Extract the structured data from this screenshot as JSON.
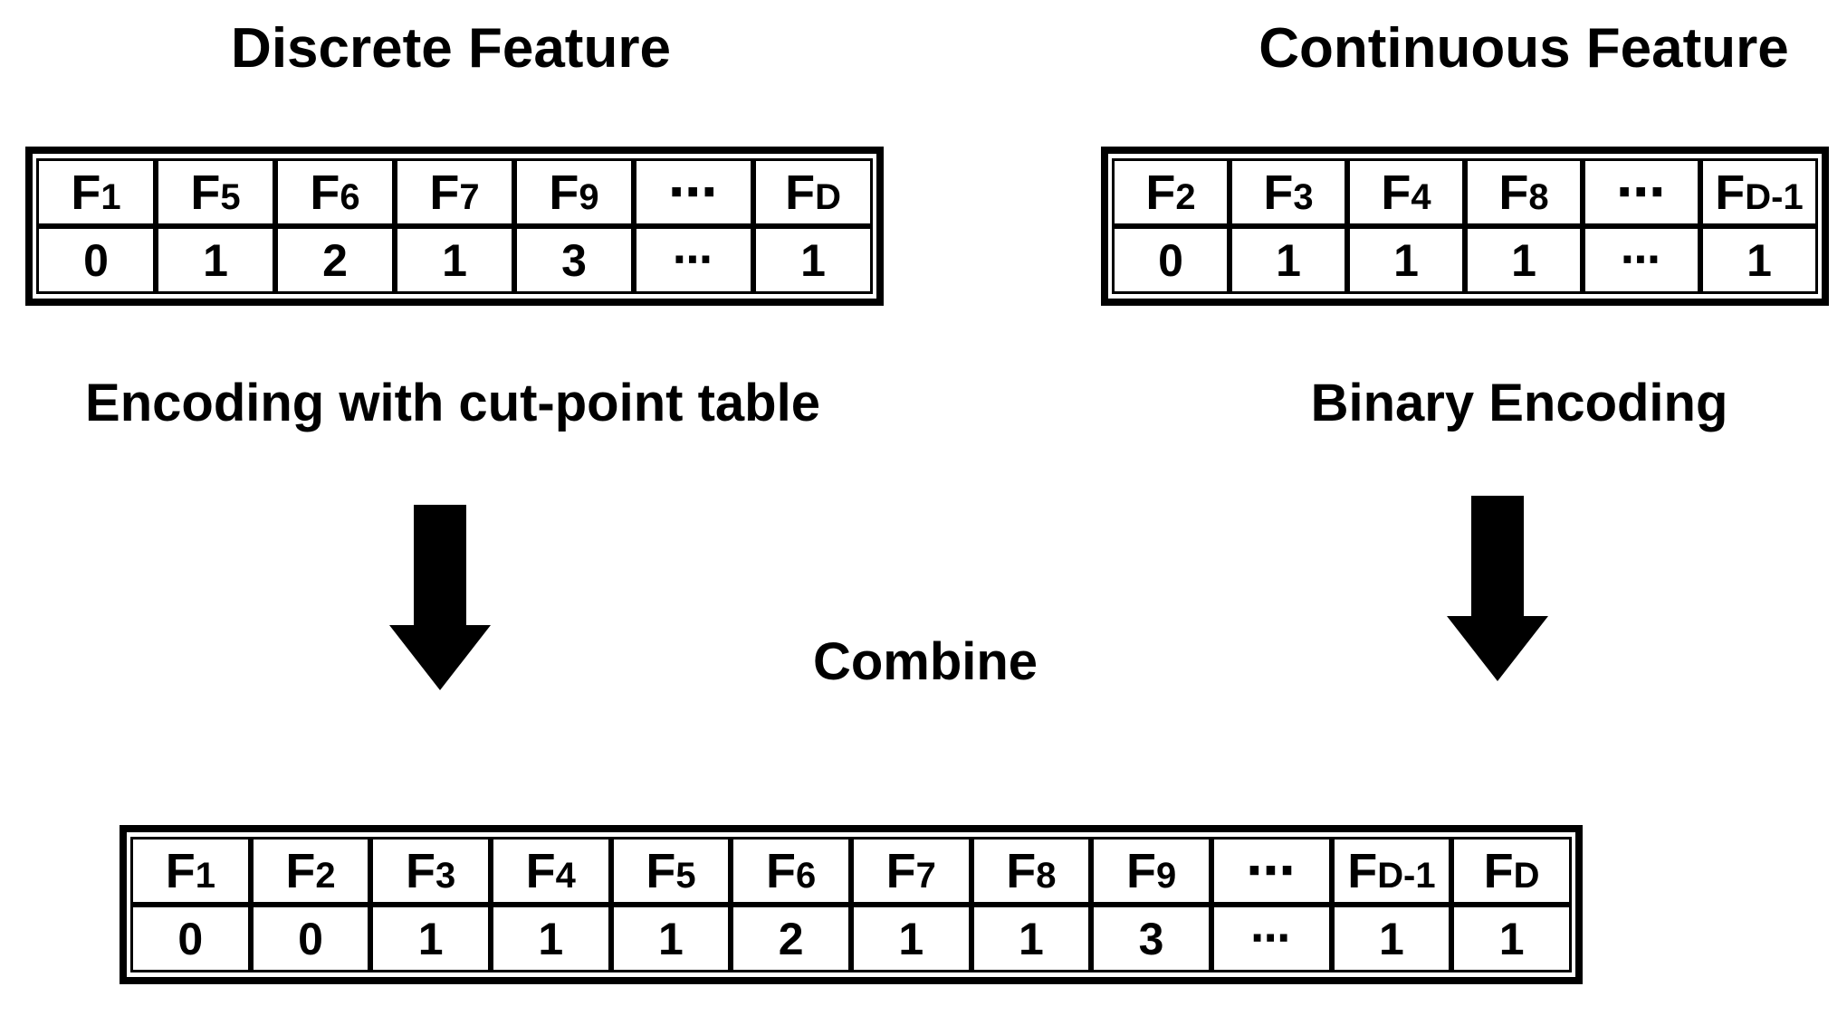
{
  "figure": {
    "background_color": "#ffffff",
    "ink_color": "#000000",
    "left_column": {
      "title": "Discrete Feature",
      "process_label": "Encoding with cut-point table",
      "arrow_icon": "down-arrow",
      "table": {
        "headers": [
          "F1",
          "F5",
          "F6",
          "F7",
          "F9",
          "⋯",
          "FD"
        ],
        "values": [
          "0",
          "1",
          "2",
          "1",
          "3",
          "⋯",
          "1"
        ]
      }
    },
    "right_column": {
      "title": "Continuous Feature",
      "process_label": "Binary Encoding",
      "arrow_icon": "down-arrow",
      "table": {
        "headers": [
          "F2",
          "F3",
          "F4",
          "F8",
          "⋯",
          "FD-1"
        ],
        "values": [
          "0",
          "1",
          "1",
          "1",
          "⋯",
          "1"
        ]
      }
    },
    "combine_label": "Combine",
    "combined_table": {
      "headers": [
        "F1",
        "F2",
        "F3",
        "F4",
        "F5",
        "F6",
        "F7",
        "F8",
        "F9",
        "⋯",
        "FD-1",
        "FD"
      ],
      "values": [
        "0",
        "0",
        "1",
        "1",
        "1",
        "2",
        "1",
        "1",
        "3",
        "⋯",
        "1",
        "1"
      ]
    }
  }
}
